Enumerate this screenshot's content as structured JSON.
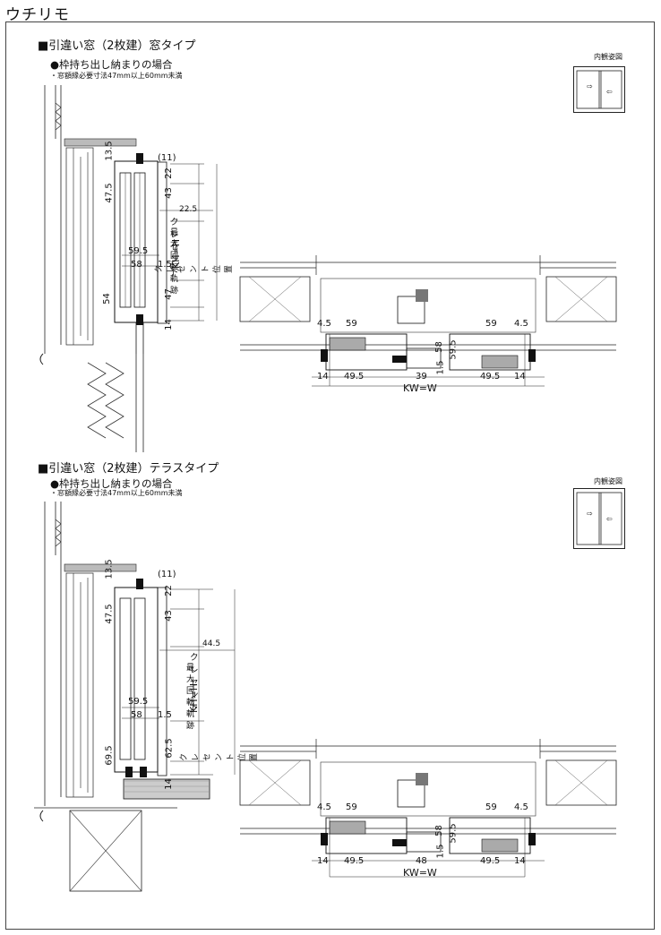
{
  "page_title": "ウチリモ",
  "sections": [
    {
      "title": "■引違い窓（2枚建）窓タイプ",
      "subtitle": "●枠持ち出し納まりの場合",
      "note": "・窓額縁必要寸法47mm以上60mm未満",
      "inner_view_label": "内観姿図",
      "vertical": {
        "top_paren": "(11)",
        "dims_right": [
          "22",
          "43",
          "47",
          "14"
        ],
        "dim_225": "22.5",
        "crescent_label": "クレセント",
        "crescent_label2": "最大回転軌跡",
        "dims_left_v": [
          "13.5",
          "47.5",
          "54"
        ],
        "dim_595": "59.5",
        "dim_58": "58",
        "dim_15": "1.5",
        "crescent_pos": "クレセント位置",
        "kh": "KH=H"
      },
      "horizontal": {
        "dims_top": [
          "4.5",
          "59",
          "59",
          "4.5"
        ],
        "dims_bottom": [
          "14",
          "49.5",
          "39",
          "49.5",
          "14"
        ],
        "dims_center_v": [
          "58",
          "59.5",
          "1.5"
        ],
        "kw": "KW=W"
      }
    },
    {
      "title": "■引違い窓（2枚建）テラスタイプ",
      "subtitle": "●枠持ち出し納まりの場合",
      "note": "・窓額縁必要寸法47mm以上60mm未満",
      "inner_view_label": "内観姿図",
      "vertical": {
        "top_paren": "(11)",
        "dims_right": [
          "22",
          "43",
          "62.5",
          "14"
        ],
        "dim_445": "44.5",
        "crescent_label": "クレセント",
        "crescent_label2": "最大回転軌跡",
        "dims_left_v": [
          "13.5",
          "47.5",
          "69.5"
        ],
        "dim_595": "59.5",
        "dim_58": "58",
        "dim_15": "1.5",
        "crescent_pos": "クレセント位置",
        "kh": "KH=H"
      },
      "horizontal": {
        "dims_top": [
          "4.5",
          "59",
          "59",
          "4.5"
        ],
        "dims_bottom": [
          "14",
          "49.5",
          "48",
          "49.5",
          "14"
        ],
        "dims_center_v": [
          "58",
          "59.5",
          "1.5"
        ],
        "kw": "KW=W"
      }
    }
  ]
}
